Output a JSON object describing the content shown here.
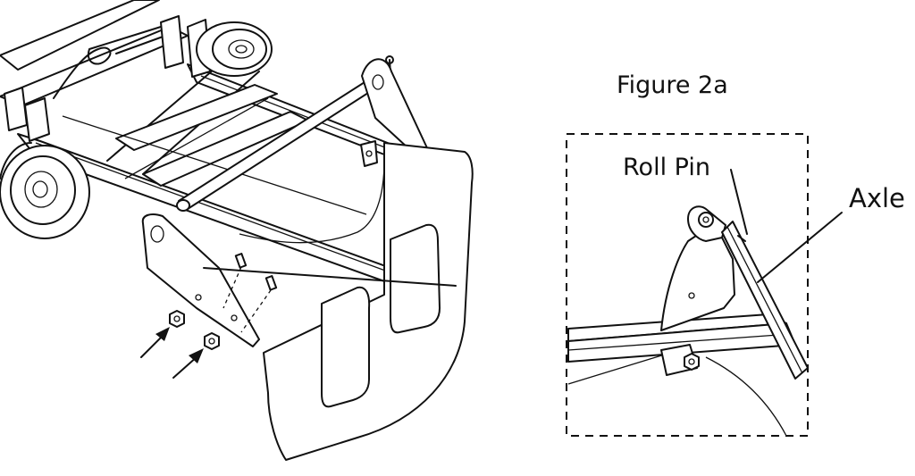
{
  "figure": {
    "title": "Figure 2a"
  },
  "callouts": {
    "roll_pin": "Roll Pin",
    "axle": "Axle"
  },
  "colors": {
    "ink": "#111111",
    "paper": "#ffffff"
  }
}
